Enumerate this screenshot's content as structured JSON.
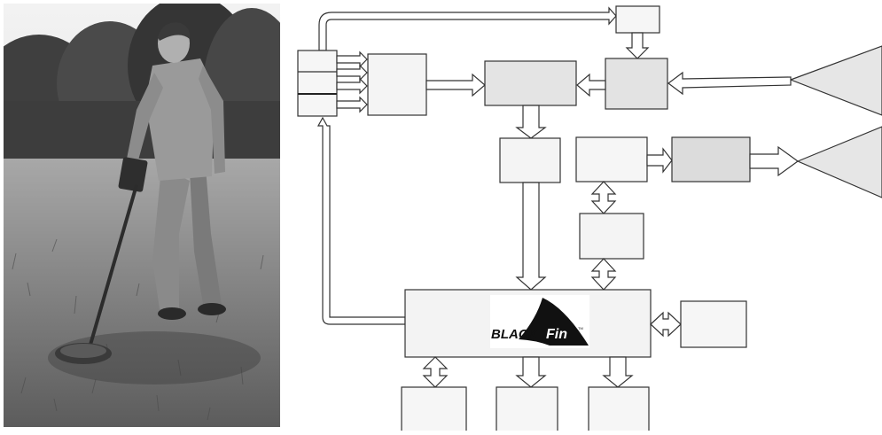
{
  "photo": {
    "subject": "man-sweeping-metal-detector-over-grass"
  },
  "diagram": {
    "colors": {
      "block_light": "#f3f3f3",
      "block_mid": "#e3e3e3",
      "block_dark": "#dcdcdc",
      "outline": "#333333",
      "cone": "#e6e6e6"
    },
    "processor_logo": {
      "text_left": "BLACK",
      "text_right": "Fin",
      "trademark": "TM"
    }
  }
}
